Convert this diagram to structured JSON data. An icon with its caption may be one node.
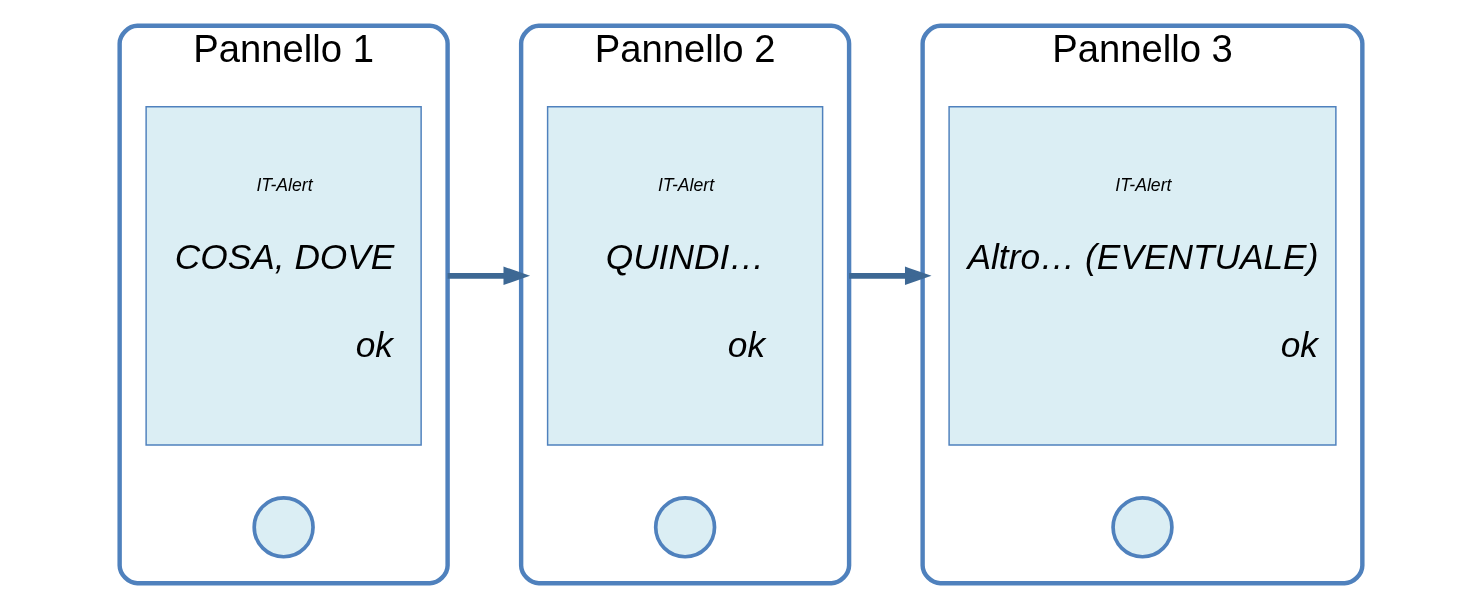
{
  "diagram": {
    "nodes": [
      {
        "text": [
          "Pannello 1"
        ]
      },
      {
        "text": [
          "IT-Alert",
          "COSA, DOVE",
          "ok"
        ],
        "in": 0
      },
      {
        "text": [],
        "shape": "circle",
        "in": 0
      },
      {
        "text": [
          "Pannello 2"
        ]
      },
      {
        "text": [
          "IT-Alert",
          "QUINDI…",
          "ok"
        ],
        "in": 3
      },
      {
        "text": [],
        "shape": "circle",
        "in": 3
      },
      {
        "text": [
          "Pannello 3"
        ]
      },
      {
        "text": [
          "IT-Alert",
          "Altro… (EVENTUALE)",
          "ok"
        ],
        "in": 6
      },
      {
        "text": [],
        "shape": "circle",
        "in": 6
      }
    ],
    "edges": [
      {
        "from": 0,
        "to": 3,
        "arrow": "to"
      },
      {
        "from": 3,
        "to": 6,
        "arrow": "to"
      }
    ]
  }
}
